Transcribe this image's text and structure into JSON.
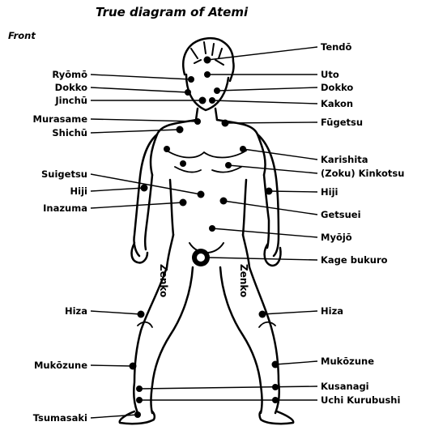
{
  "title": "True diagram of Atemi",
  "view": "Front",
  "left_labels": {
    "ryomo": "Ryōmō",
    "dokko": "Dokko",
    "jinchu": "Jinchū",
    "murasame": "Murasame",
    "shichu": "Shichū",
    "suigetsu": "Suigetsu",
    "hiji": "Hiji",
    "inazuma": "Inazuma",
    "hiza": "Hiza",
    "mukozune": "Mukōzune",
    "tsumasaki": "Tsumasaki"
  },
  "right_labels": {
    "tendo": "Tendō",
    "uto": "Uto",
    "dokko": "Dokko",
    "kakon": "Kakon",
    "fugetsu": "Fūgetsu",
    "karishita": "Karishita",
    "zoku_kinkotsu": "(Zoku) Kinkotsu",
    "hiji": "Hiji",
    "getsuei": "Getsuei",
    "myojo": "Myōjō",
    "kage_bukuro": "Kage bukuro",
    "hiza": "Hiza",
    "mukozune": "Mukōzune",
    "kusanagi": "Kusanagi",
    "uchi_kurubushi": "Uchi Kurubushi"
  },
  "leg_labels": {
    "left": "Zenko",
    "right": "Zenko"
  }
}
